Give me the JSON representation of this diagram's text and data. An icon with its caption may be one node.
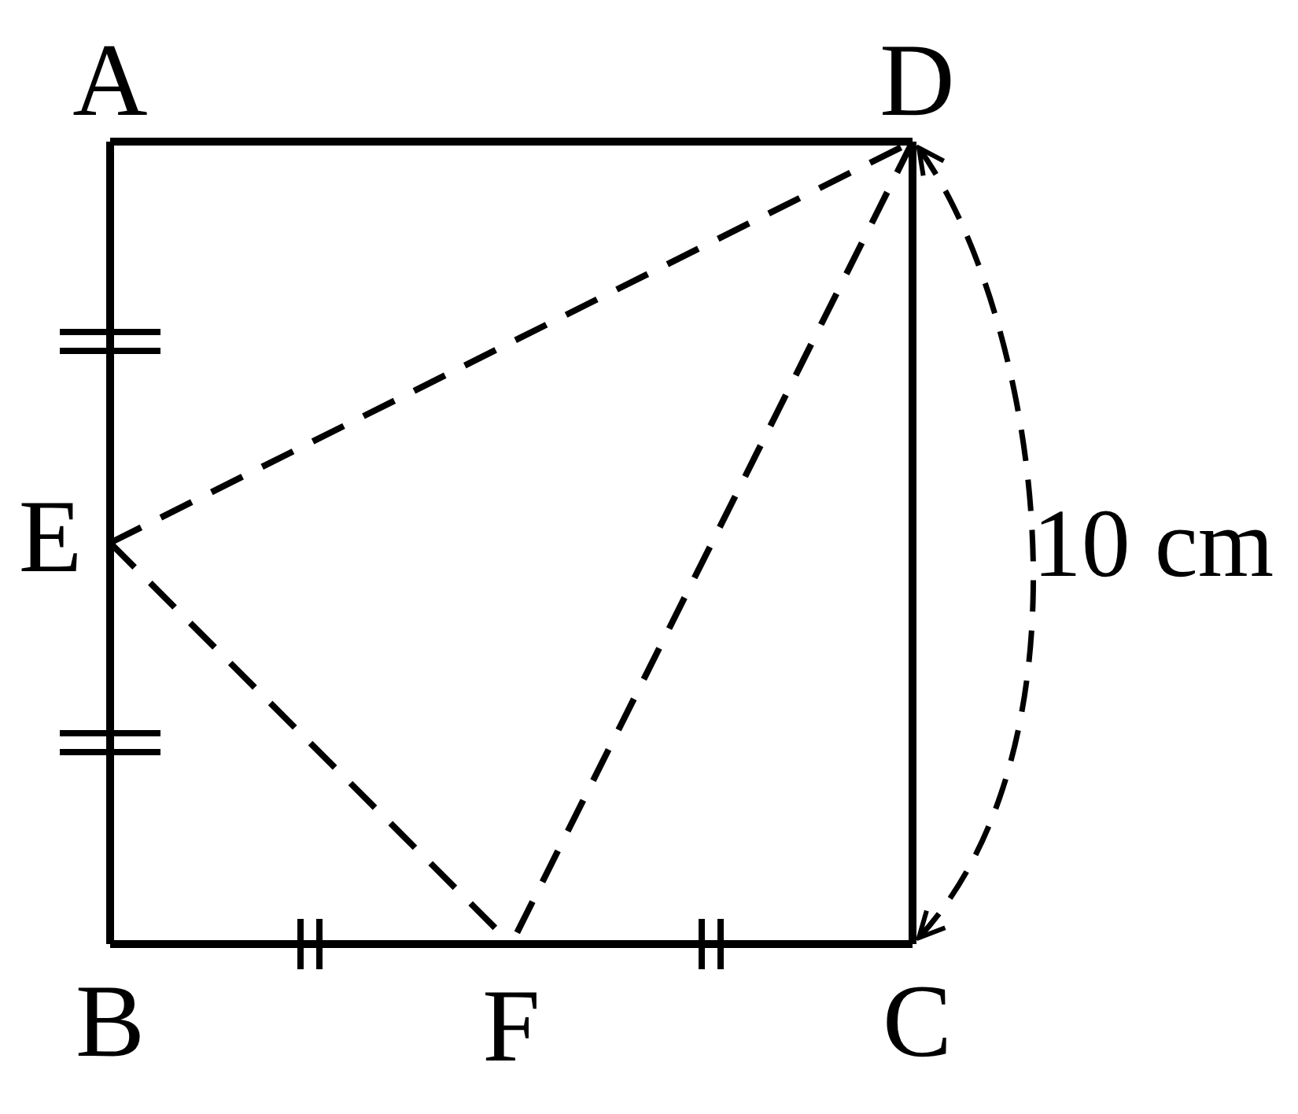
{
  "diagram": {
    "nodes": [
      {
        "text": [
          "A"
        ]
      },
      {
        "text": [
          "D"
        ]
      },
      {
        "text": [
          "E"
        ]
      },
      {
        "text": [
          "B"
        ]
      },
      {
        "text": [
          "F"
        ]
      },
      {
        "text": [
          "C"
        ]
      }
    ],
    "edges": [
      {
        "from": 0,
        "to": 1,
        "arrow": "none"
      },
      {
        "from": 1,
        "to": 5,
        "arrow": "none"
      },
      {
        "from": 0,
        "to": 2,
        "arrow": "none"
      },
      {
        "from": 2,
        "to": 3,
        "arrow": "none"
      },
      {
        "from": 3,
        "to": 4,
        "arrow": "none"
      },
      {
        "from": 4,
        "to": 5,
        "arrow": "none"
      },
      {
        "from": 2,
        "to": 1,
        "arrow": "none",
        "style": "dashed"
      },
      {
        "from": 1,
        "to": 4,
        "arrow": "none",
        "style": "dashed"
      },
      {
        "from": 2,
        "to": 4,
        "arrow": "none",
        "style": "dashed"
      },
      {
        "from": 5,
        "to": 1,
        "arrow": "both",
        "style": "dashed",
        "label": "10 cm"
      }
    ]
  }
}
